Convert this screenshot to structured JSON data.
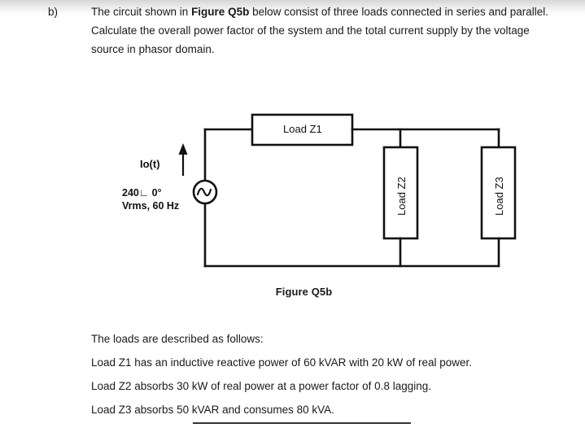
{
  "question": {
    "label": "b)",
    "text_part1": "The circuit shown in ",
    "text_bold": "Figure Q5b",
    "text_part2": " below consist of three loads connected in series and parallel. Calculate the overall power factor of the system and the total current supply by the voltage source in phasor domain."
  },
  "circuit": {
    "current_label": "Io(t)",
    "source_line1": "240∟ 0°",
    "source_line2": "Vrms, 60 Hz",
    "load_z1_label": "Load Z1",
    "load_z2_label": "Load Z2",
    "load_z3_label": "Load Z3",
    "caption": "Figure Q5b",
    "stroke_color": "#111111"
  },
  "description": {
    "intro": "The loads are described as follows:",
    "lines": [
      "Load Z1 has an inductive reactive power of 60 kVAR with 20 kW of real power.",
      "Load Z2 absorbs 30 kW of real power at a power factor of 0.8 lagging.",
      "Load Z3 absorbs 50 kVAR and consumes 80 kVA."
    ]
  }
}
